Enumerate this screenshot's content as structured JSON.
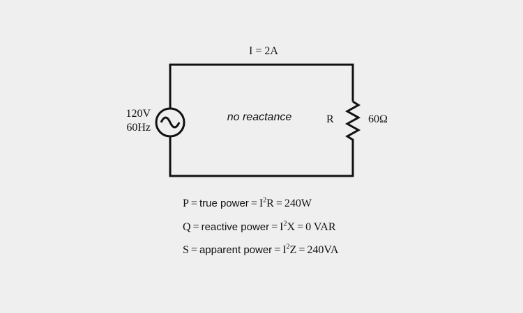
{
  "canvas": {
    "background": "#efefef",
    "line_color": "#111111"
  },
  "circuit": {
    "current_label": "I = 2A",
    "source": {
      "voltage": "120V",
      "frequency": "60Hz",
      "symbol_icon": "ac-sine-source-icon"
    },
    "annotation": "no reactance",
    "resistor": {
      "name": "R",
      "value": "60Ω",
      "symbol_icon": "resistor-zigzag-icon"
    }
  },
  "formulas": [
    {
      "symbol": "P",
      "eq": "=",
      "name": "true power",
      "expr_base": "I",
      "expr_sup": "2",
      "expr_var": "R",
      "result": "240W"
    },
    {
      "symbol": "Q",
      "eq": "=",
      "name": "reactive power",
      "expr_base": "I",
      "expr_sup": "2",
      "expr_var": "X",
      "result": "0 VAR"
    },
    {
      "symbol": "S",
      "eq": "=",
      "name": "apparent power",
      "expr_base": "I",
      "expr_sup": "2",
      "expr_var": "Z",
      "result": "240VA"
    }
  ]
}
